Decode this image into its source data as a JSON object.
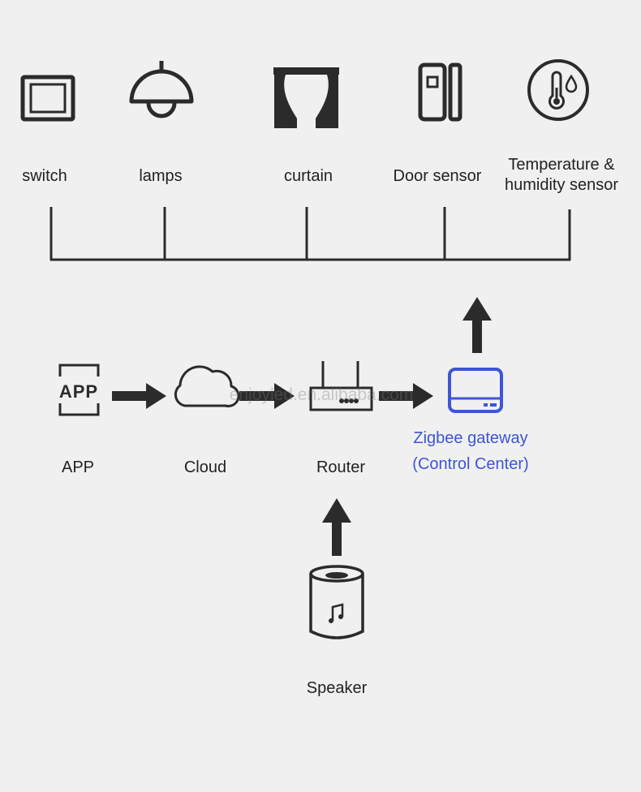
{
  "devices": [
    {
      "id": "switch",
      "label": "switch",
      "icon": "switch-icon"
    },
    {
      "id": "lamps",
      "label": "lamps",
      "icon": "lamp-icon"
    },
    {
      "id": "curtain",
      "label": "curtain",
      "icon": "curtain-icon"
    },
    {
      "id": "door-sensor",
      "label": "Door sensor",
      "icon": "door-sensor-icon"
    },
    {
      "id": "temp-humidity",
      "label": "Temperature &\nhumidity sensor",
      "icon": "thermometer-drop-icon"
    }
  ],
  "flow": {
    "app": {
      "label": "APP",
      "icon_text": "APP",
      "icon": "app-icon"
    },
    "cloud": {
      "label": "Cloud",
      "icon": "cloud-icon"
    },
    "router": {
      "label": "Router",
      "icon": "router-icon"
    },
    "gateway": {
      "label": "Zigbee gateway\n(Control Center)",
      "icon": "gateway-icon",
      "color": "#3d55d6"
    },
    "speaker": {
      "label": "Speaker",
      "icon": "speaker-icon"
    }
  },
  "watermark": "enjoyled.en.alibaba.com",
  "colors": {
    "background": "#f0f0f0",
    "stroke": "#2b2b2b",
    "accent": "#3d55d6"
  }
}
